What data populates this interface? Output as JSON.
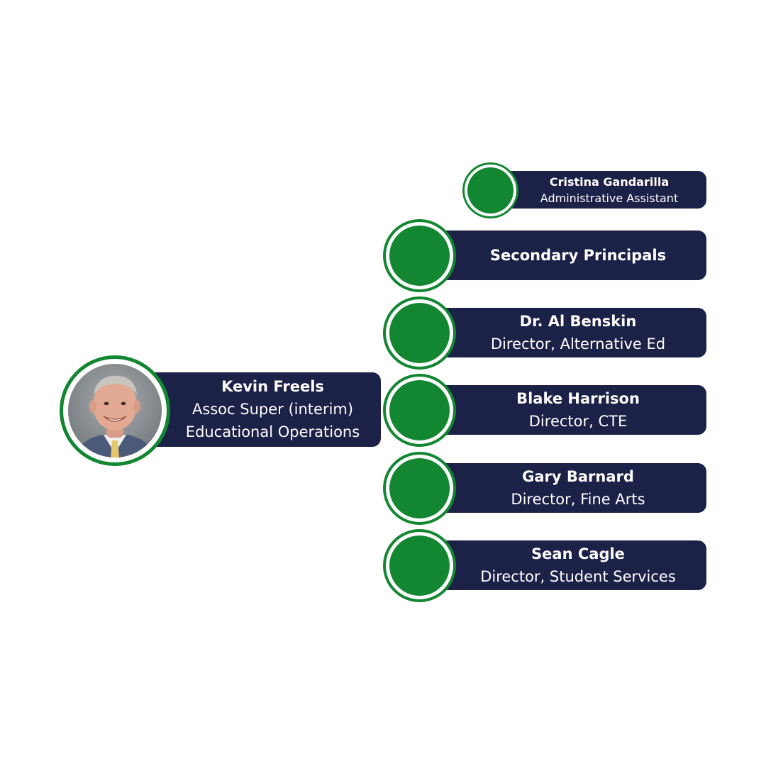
{
  "root": {
    "name": "Kevin Freels",
    "title_line1": "Assoc Super (interim)",
    "title_line2": "Educational Operations",
    "photo": "person-photo"
  },
  "assistant": {
    "name": "Cristina Gandarilla",
    "title": "Administrative Assistant"
  },
  "reports": [
    {
      "name": "Secondary Principals",
      "title": ""
    },
    {
      "name": "Dr. Al Benskin",
      "title": "Director, Alternative Ed"
    },
    {
      "name": "Blake Harrison",
      "title": "Director, CTE"
    },
    {
      "name": "Gary Barnard",
      "title": "Director, Fine Arts"
    },
    {
      "name": "Sean Cagle",
      "title": "Director, Student Services"
    }
  ],
  "colors": {
    "card_navy": "#1b2147",
    "accent_green": "#138632",
    "background": "#ffffff"
  }
}
